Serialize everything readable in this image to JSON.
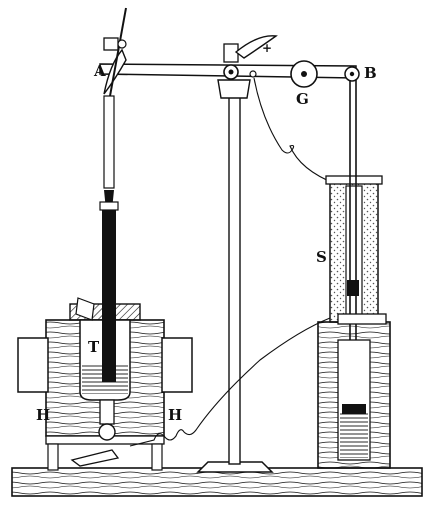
{
  "labels": {
    "a": "A",
    "b": "B",
    "g": "G",
    "s": "S",
    "t": "T",
    "h_left": "H",
    "h_right": "H",
    "plus": "+"
  },
  "colors": {
    "ink": "#111111",
    "paper": "#ffffff",
    "stipple": "#555555"
  }
}
